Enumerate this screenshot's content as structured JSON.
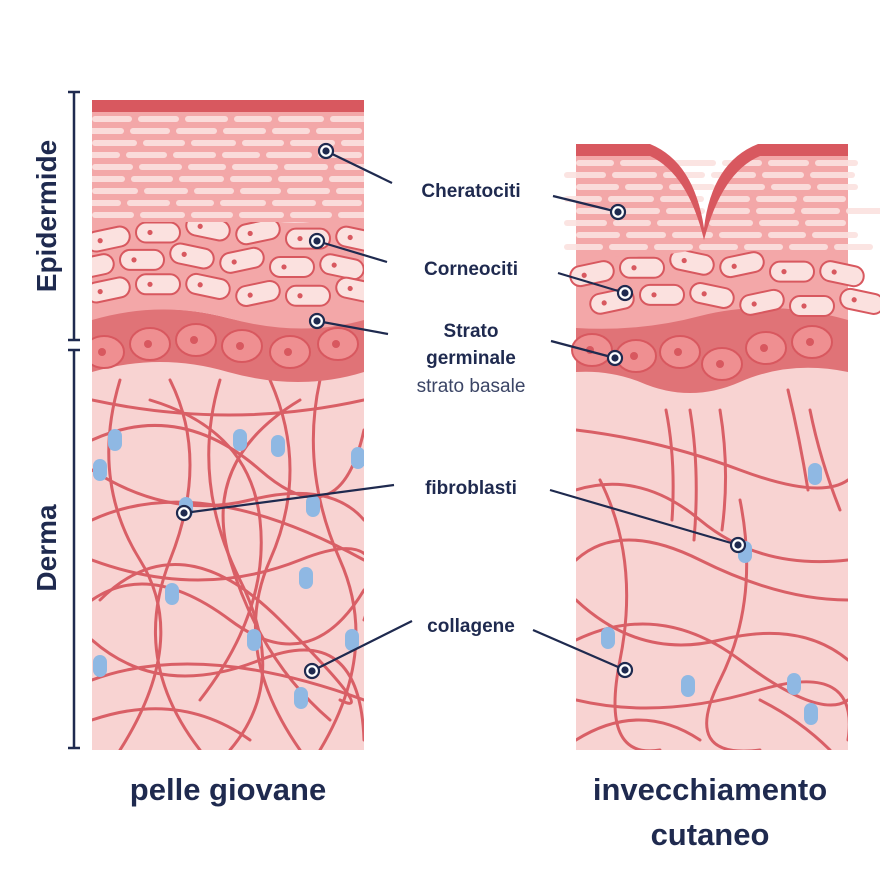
{
  "side_labels": {
    "epidermis": "Epidermide",
    "dermis": "Derma"
  },
  "labels": {
    "keratinocytes": "Cheratociti",
    "corneocytes": "Corneociti",
    "germinal_line1": "Strato",
    "germinal_line2": "germinale",
    "germinal_sub": "strato basale",
    "fibroblasts": "fibroblasti",
    "collagen": "collagene"
  },
  "captions": {
    "young": "pelle giovane",
    "aged_line1": "invecchiamento",
    "aged_line2": "cutaneo"
  },
  "colors": {
    "navy": "#1f2a4f",
    "dermis_bg": "#f8d3d2",
    "fiber": "#d95f66",
    "fibroblast": "#8fb8e3",
    "surface": "#d8585f",
    "upper_layer": "#f3a7a8",
    "cell_fill": "#fbe1df",
    "basal": "#e07377"
  }
}
